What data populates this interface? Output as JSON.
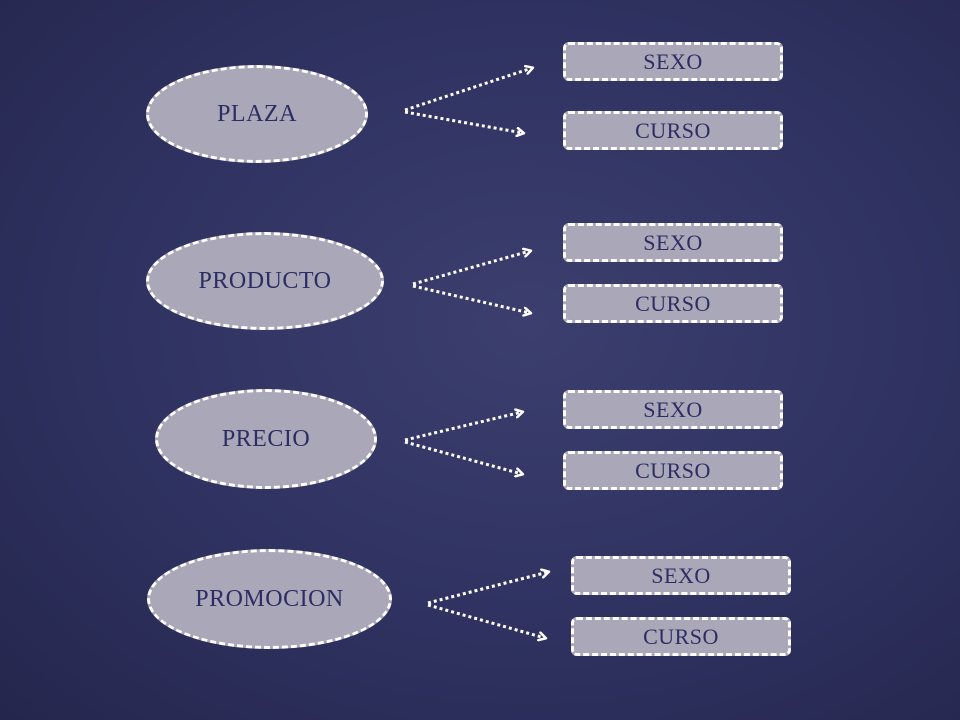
{
  "colors": {
    "background": "#2f3260",
    "node_fill": "#aaa8b8",
    "node_border": "#ffffff",
    "text": "#2c2d63",
    "arrow": "#ffffff"
  },
  "groups": [
    {
      "concept": "PLAZA",
      "targets": [
        "SEXO",
        "CURSO"
      ]
    },
    {
      "concept": "PRODUCTO",
      "targets": [
        "SEXO",
        "CURSO"
      ]
    },
    {
      "concept": "PRECIO",
      "targets": [
        "SEXO",
        "CURSO"
      ]
    },
    {
      "concept": "PROMOCION",
      "targets": [
        "SEXO",
        "CURSO"
      ]
    }
  ]
}
